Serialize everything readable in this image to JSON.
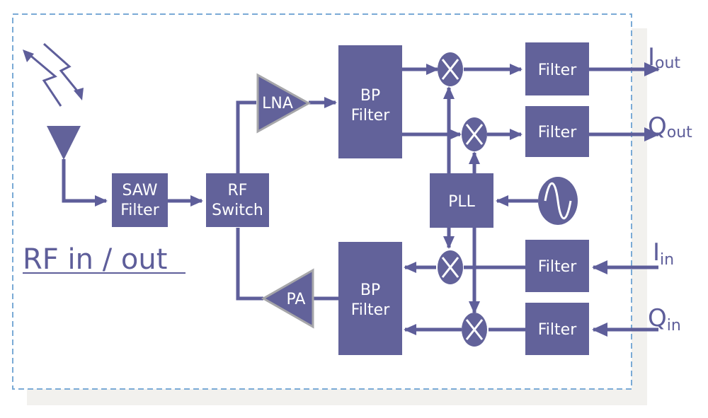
{
  "blocks": {
    "saw_filter": [
      "SAW",
      "Filter"
    ],
    "rf_switch": [
      "RF",
      "Switch"
    ],
    "lna": "LNA",
    "pa": "PA",
    "bp_filter_rx": [
      "BP",
      "Filter"
    ],
    "bp_filter_tx": [
      "BP",
      "Filter"
    ],
    "pll": "PLL",
    "filter_iout": "Filter",
    "filter_qout": "Filter",
    "filter_iin": "Filter",
    "filter_qin": "Filter"
  },
  "ports": {
    "iout": {
      "main": "I",
      "sub": "out"
    },
    "qout": {
      "main": "Q",
      "sub": "out"
    },
    "iin": {
      "main": "I",
      "sub": "in"
    },
    "qin": {
      "main": "Q",
      "sub": "in"
    }
  },
  "rf_label": "RF in / out",
  "colors": {
    "block": "#62629a",
    "line": "#5e5e9a",
    "amp_border": "#a7a7aa",
    "frame": "#7aaad6",
    "shadow": "#f2f1ee"
  }
}
